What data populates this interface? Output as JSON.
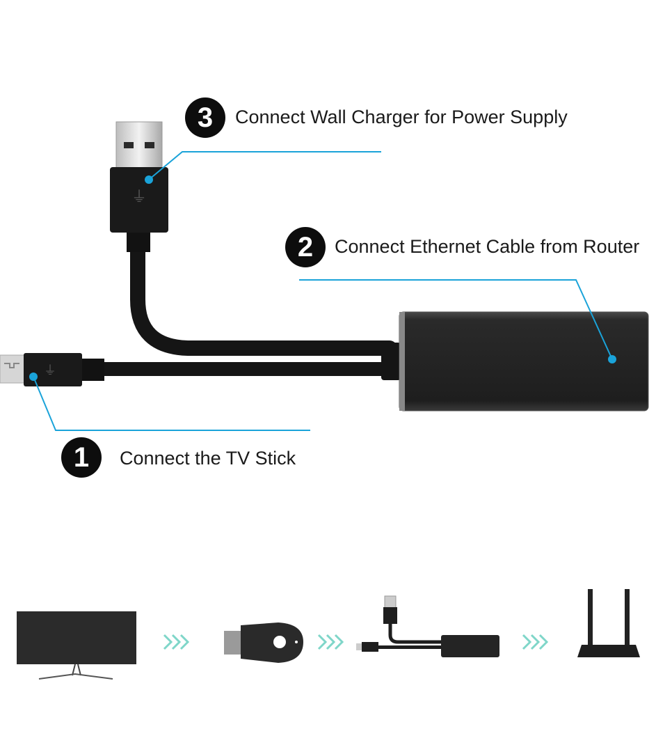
{
  "steps": [
    {
      "number": "3",
      "text": "Connect Wall Charger for Power Supply"
    },
    {
      "number": "2",
      "text": "Connect Ethernet Cable from Router"
    },
    {
      "number": "1",
      "text": "Connect the TV Stick"
    }
  ],
  "flow": [
    "tv-icon",
    "tv-stick-dongle-icon",
    "adapter-cable-icon",
    "router-icon"
  ],
  "colors": {
    "accent": "#1aa3d9",
    "arrow": "#7fd6c9",
    "device": "#1c1c1c"
  }
}
